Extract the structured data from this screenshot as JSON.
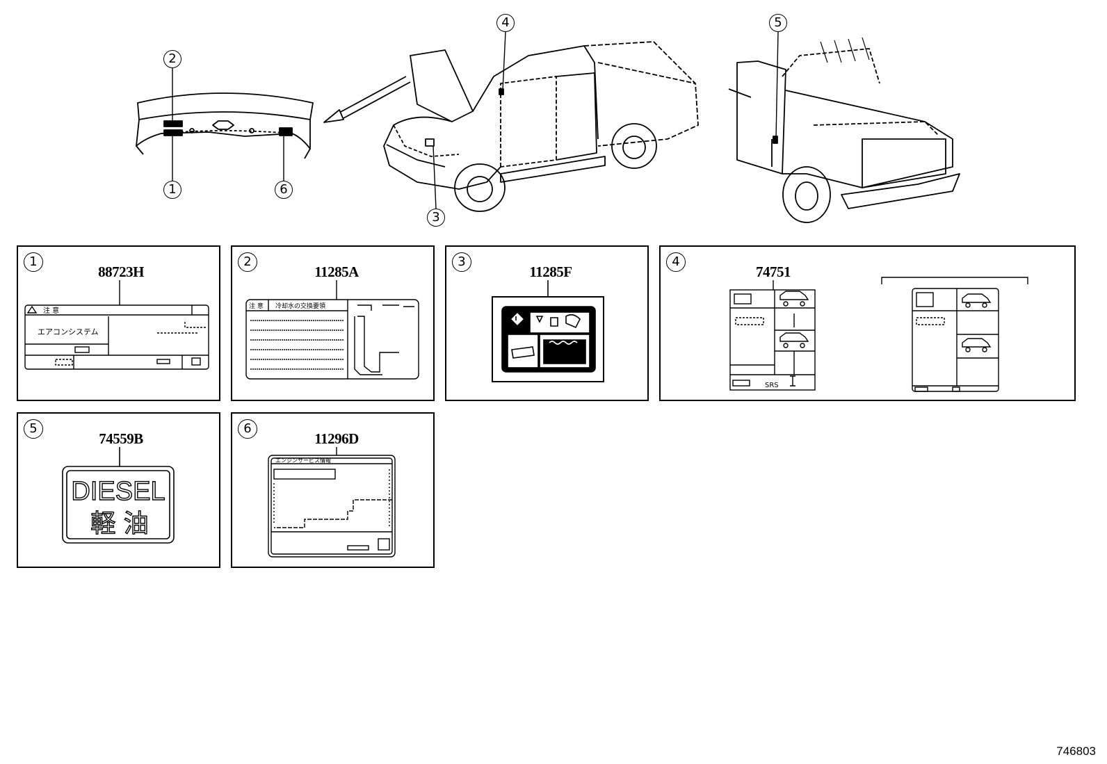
{
  "callouts": [
    "2",
    "1",
    "6",
    "4",
    "3",
    "5"
  ],
  "panels": [
    {
      "num": "1",
      "code": "88723H",
      "label_texts": [
        "注 意",
        "エアコンシステム"
      ]
    },
    {
      "num": "2",
      "code": "11285A",
      "label_texts": [
        "注 意",
        "冷却水の交換要領"
      ]
    },
    {
      "num": "3",
      "code": "11285F"
    },
    {
      "num": "4",
      "code": "74751",
      "label_texts": [
        "SRS"
      ]
    },
    {
      "num": "5",
      "code": "74559B",
      "label_texts": [
        "DIESEL",
        "軽 油"
      ]
    },
    {
      "num": "6",
      "code": "11296D",
      "label_texts": [
        "エンジンサービス情報"
      ]
    }
  ],
  "diagram_id": "746803"
}
